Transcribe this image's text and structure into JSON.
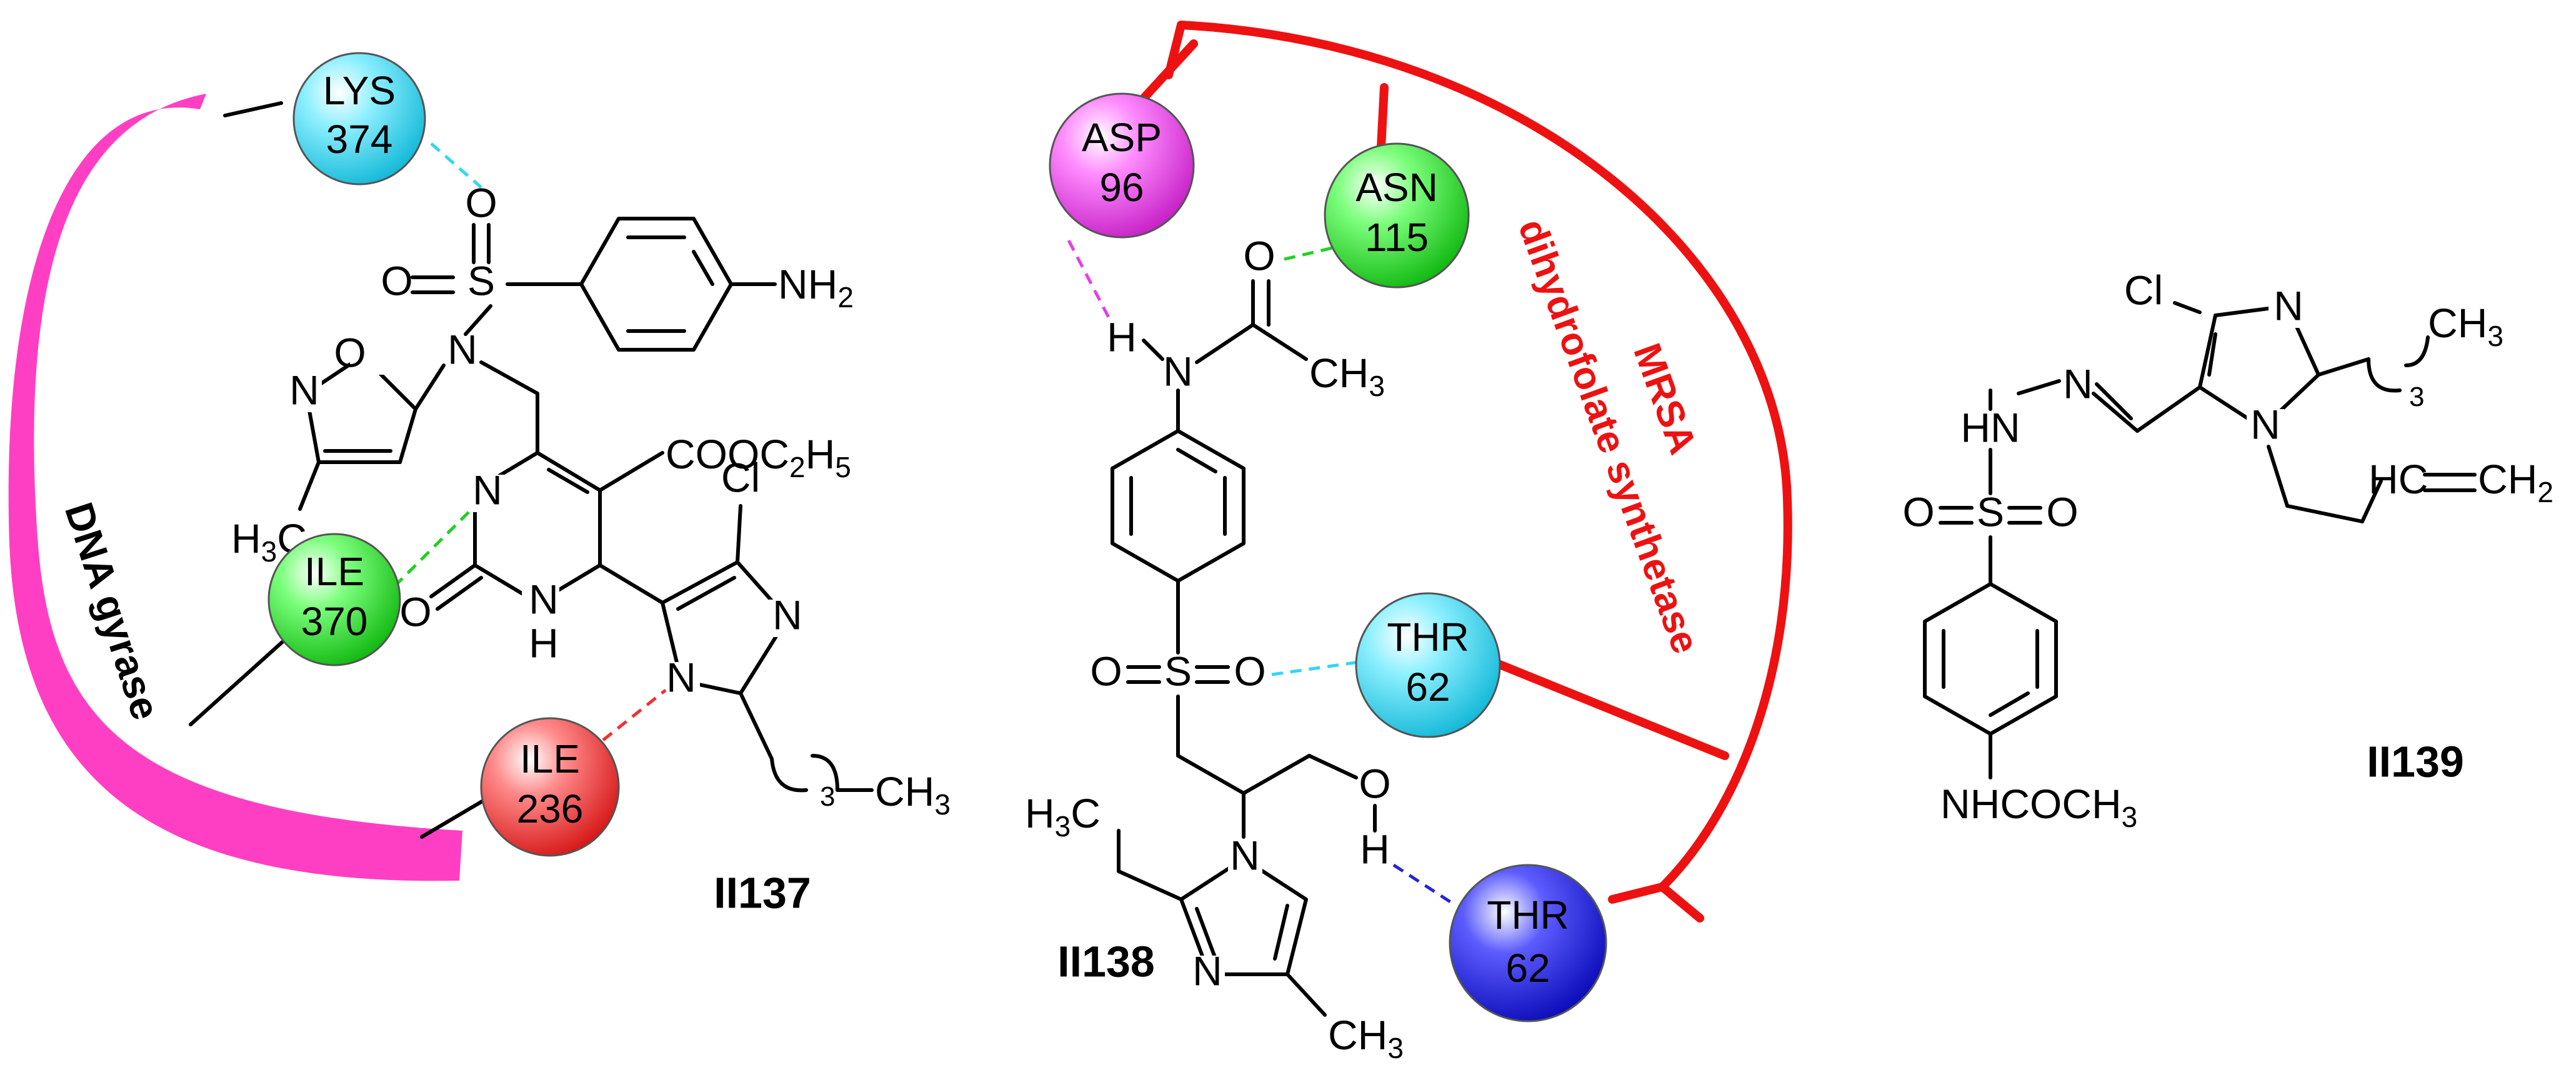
{
  "targets": {
    "dna_gyrase": {
      "label": "DNA gyrase",
      "color": "#ff3fc3"
    },
    "mrsa": {
      "line1": "MRSA",
      "line2": "dihydrofolate synthetase",
      "color": "#ee1111"
    }
  },
  "residues": {
    "lys374": {
      "name": "LYS",
      "num": "374",
      "color": "#33d6f2"
    },
    "ile370": {
      "name": "ILE",
      "num": "370",
      "color": "#1fd21f"
    },
    "ile236": {
      "name": "ILE",
      "num": "236",
      "color": "#f03030"
    },
    "asp96": {
      "name": "ASP",
      "num": "96",
      "color": "#e83de8"
    },
    "asn115": {
      "name": "ASN",
      "num": "115",
      "color": "#1fd21f"
    },
    "thr62_a": {
      "name": "THR",
      "num": "62",
      "color": "#33d6f2"
    },
    "thr62_b": {
      "name": "THR",
      "num": "62",
      "color": "#2424e0"
    }
  },
  "compounds": {
    "c137": {
      "id": "II137",
      "atoms": {
        "O_top": "O",
        "S": "S",
        "O_left": "O",
        "N_sulfonamide": "N",
        "NH2_main": "NH",
        "NH2_sub": "2",
        "O_isox": "O",
        "N_isox": "N",
        "H3C_main": "H",
        "H3C_sub": "3",
        "H3C_c": "C",
        "N_ring": "N",
        "O_keto": "O",
        "NH_ring": "N",
        "H_ring": "H",
        "ester_a": "COOC",
        "ester_b": "2",
        "ester_c": "H",
        "ester_d": "5",
        "Cl": "Cl",
        "N_imid_top": "N",
        "N_imid": "N",
        "chain_sub": "3",
        "CH3_main": "CH",
        "CH3_sub": "3"
      }
    },
    "c138": {
      "id": "II138",
      "atoms": {
        "H_amide": "H",
        "N_amide": "N",
        "O_carbonyl": "O",
        "CH3_main": "CH",
        "CH3_sub": "3",
        "O_left": "O",
        "S": "S",
        "O_right": "O",
        "O_OH": "O",
        "H_OH": "H",
        "H3C_main": "H",
        "H3C_sub": "3",
        "H3C_c": "C",
        "N_imid1": "N",
        "N_imid2": "N",
        "CH3b_main": "CH",
        "CH3b_sub": "3"
      }
    },
    "c139": {
      "id": "II139",
      "atoms": {
        "Cl": "Cl",
        "N_imid_top": "N",
        "CH3_main": "CH",
        "CH3_sub": "3",
        "chain_sub": "3",
        "N_imid": "N",
        "N_hydraz": "N",
        "HN": "HN",
        "O_left": "O",
        "S": "S",
        "O_right": "O",
        "HC_vinyl": "HC",
        "CH2_main": "CH",
        "CH2_sub": "2",
        "acetamide": "NHCOCH",
        "acetamide_sub": "3"
      }
    }
  }
}
